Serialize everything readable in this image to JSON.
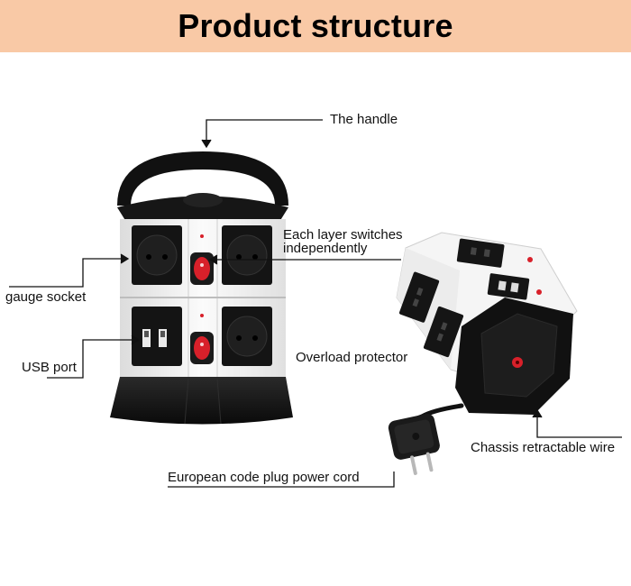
{
  "title": "Product structure",
  "labels": {
    "handle": "The handle",
    "switches_line1": "Each layer switches",
    "switches_line2": "independently",
    "socket": "gauge socket",
    "usb": "USB port",
    "overload": "Overload protector",
    "chassis": "Chassis retractable wire",
    "plug": "European code plug power cord"
  },
  "colors": {
    "title_background": "#f9c9a6",
    "body_black": "#111111",
    "body_white": "#f4f4f4",
    "switch_red": "#d8202a"
  }
}
